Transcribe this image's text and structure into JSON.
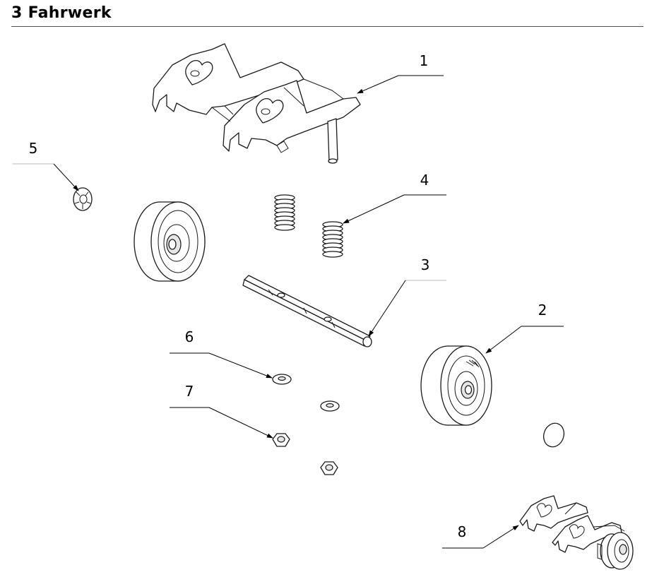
{
  "section_title": "3 Fahrwerk",
  "callouts": [
    {
      "id": "1",
      "label": "1",
      "part": "chassis-frame"
    },
    {
      "id": "2",
      "label": "2",
      "part": "wheel-right"
    },
    {
      "id": "3",
      "label": "3",
      "part": "axle"
    },
    {
      "id": "4",
      "label": "4",
      "part": "spring"
    },
    {
      "id": "5",
      "label": "5",
      "part": "starlock-washer"
    },
    {
      "id": "6",
      "label": "6",
      "part": "washer"
    },
    {
      "id": "7",
      "label": "7",
      "part": "nut"
    },
    {
      "id": "8",
      "label": "8",
      "part": "chassis-assembly"
    }
  ]
}
